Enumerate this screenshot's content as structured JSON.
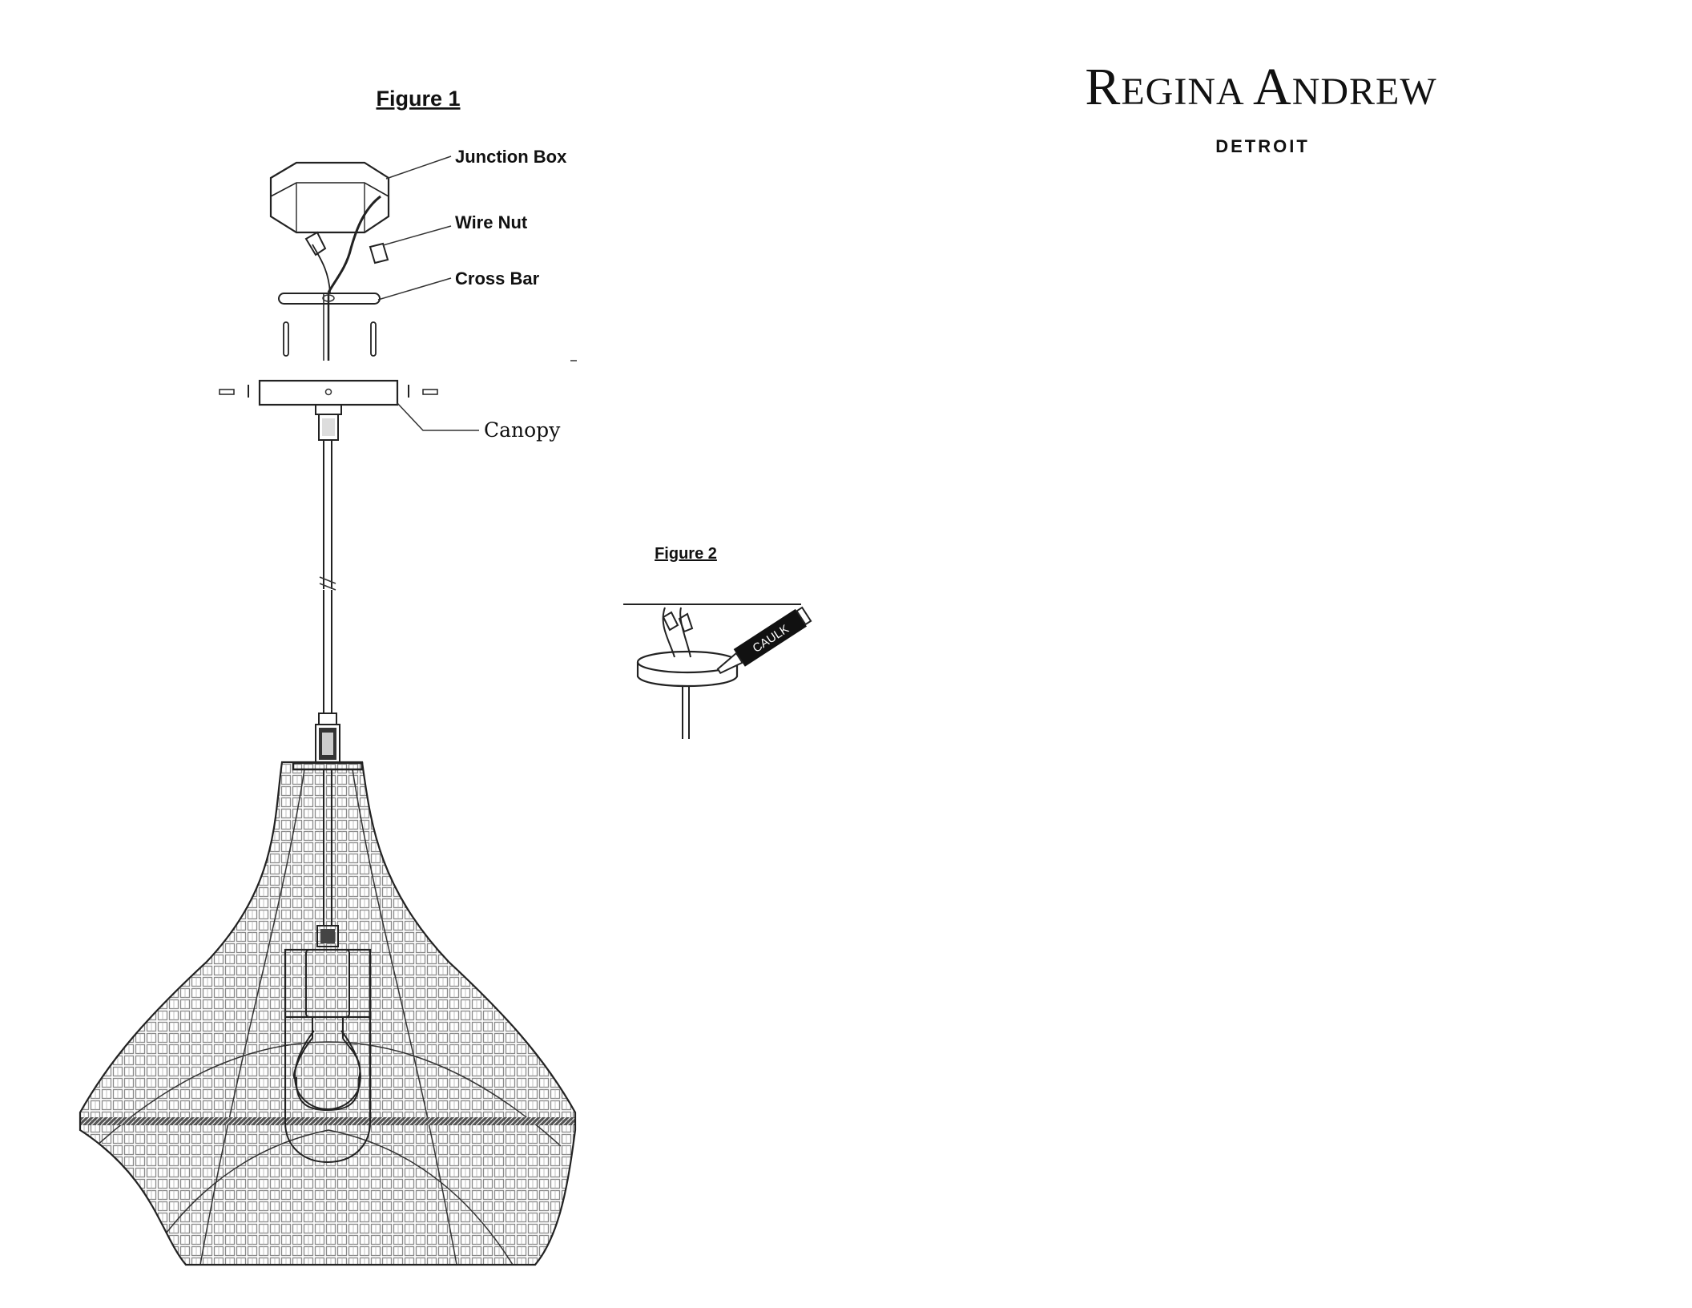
{
  "figure1": {
    "title": "Figure 1",
    "labels": {
      "junction_box": "Junction Box",
      "wire_nut": "Wire Nut",
      "cross_bar": "Cross Bar",
      "canopy": "Canopy"
    }
  },
  "figure2": {
    "title": "Figure 2",
    "caulk_label": "CAULK"
  },
  "brand": {
    "name_first_initial": "R",
    "name_first_rest": "EGINA",
    "name_second_initial": "A",
    "name_second_rest": "NDREW",
    "city": "DETROIT"
  }
}
